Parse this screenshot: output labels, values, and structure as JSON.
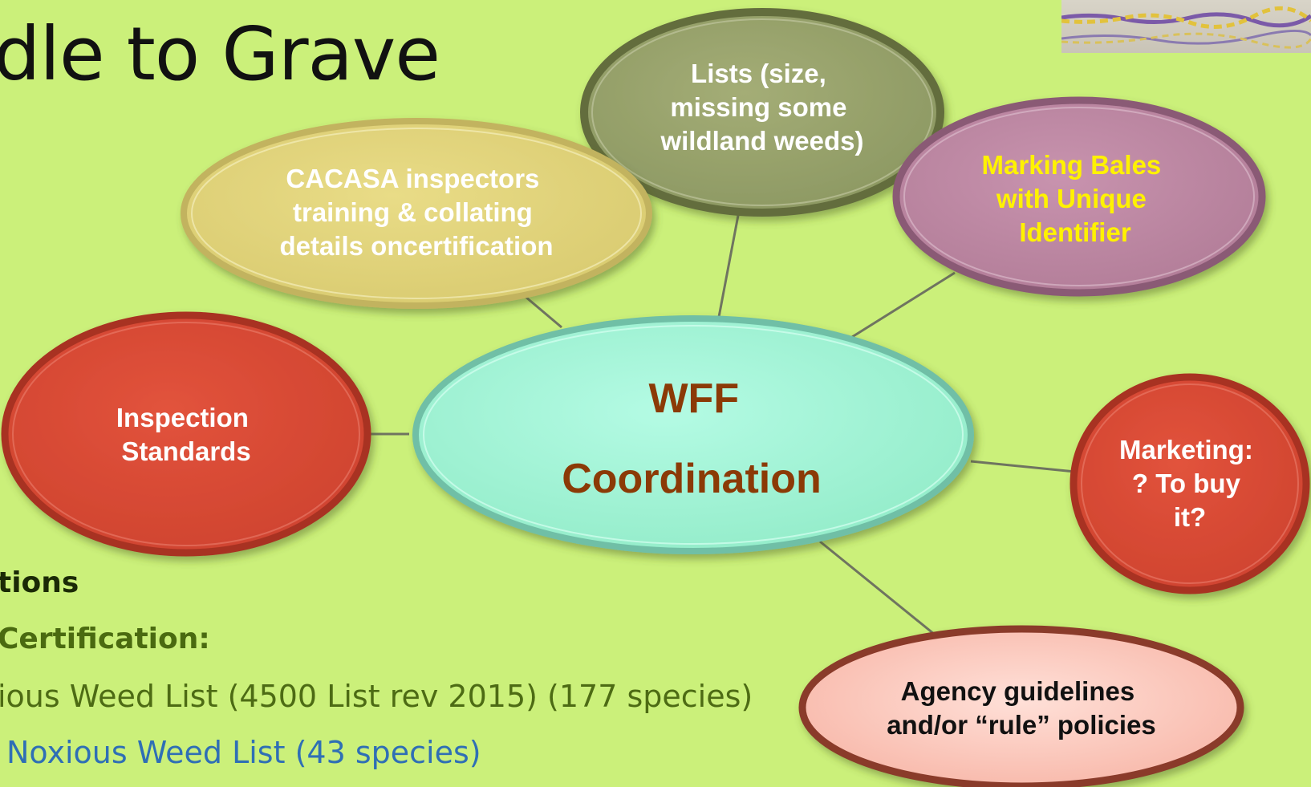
{
  "slide": {
    "title": "dle to Grave",
    "bullets": [
      "tions",
      "Certification:",
      "ious Weed List (4500 List rev 2015) (177 species)",
      "Noxious Weed List  (43 species)"
    ]
  },
  "diagram": {
    "center": {
      "lines": [
        "WFF",
        "Coordination"
      ]
    },
    "nodes": {
      "lists": {
        "lines": [
          "Lists (size,",
          "missing some",
          "wildland weeds)"
        ]
      },
      "cacasa": {
        "lines": [
          "CACASA  inspectors",
          "training & collating",
          "details oncertification"
        ]
      },
      "marking": {
        "lines": [
          "Marking Bales",
          "with Unique",
          "Identifier"
        ]
      },
      "inspection": {
        "lines": [
          "Inspection",
          "Standards"
        ]
      },
      "marketing": {
        "lines": [
          "Marketing:",
          "? To buy",
          "it?"
        ]
      },
      "agency": {
        "lines": [
          "Agency guidelines",
          "and/or “rule” policies"
        ]
      }
    }
  },
  "colors": {
    "background": "#cbf07a",
    "center_fill": "#a2f6d8",
    "center_text": "#8b3a06",
    "lists_fill": "#9aa56a",
    "cacasa_fill": "#e3d67e",
    "marking_fill": "#c08aa6",
    "marking_text": "#fff200",
    "red_fill": "#dc4d37",
    "agency_fill": "#ffc9bd"
  }
}
